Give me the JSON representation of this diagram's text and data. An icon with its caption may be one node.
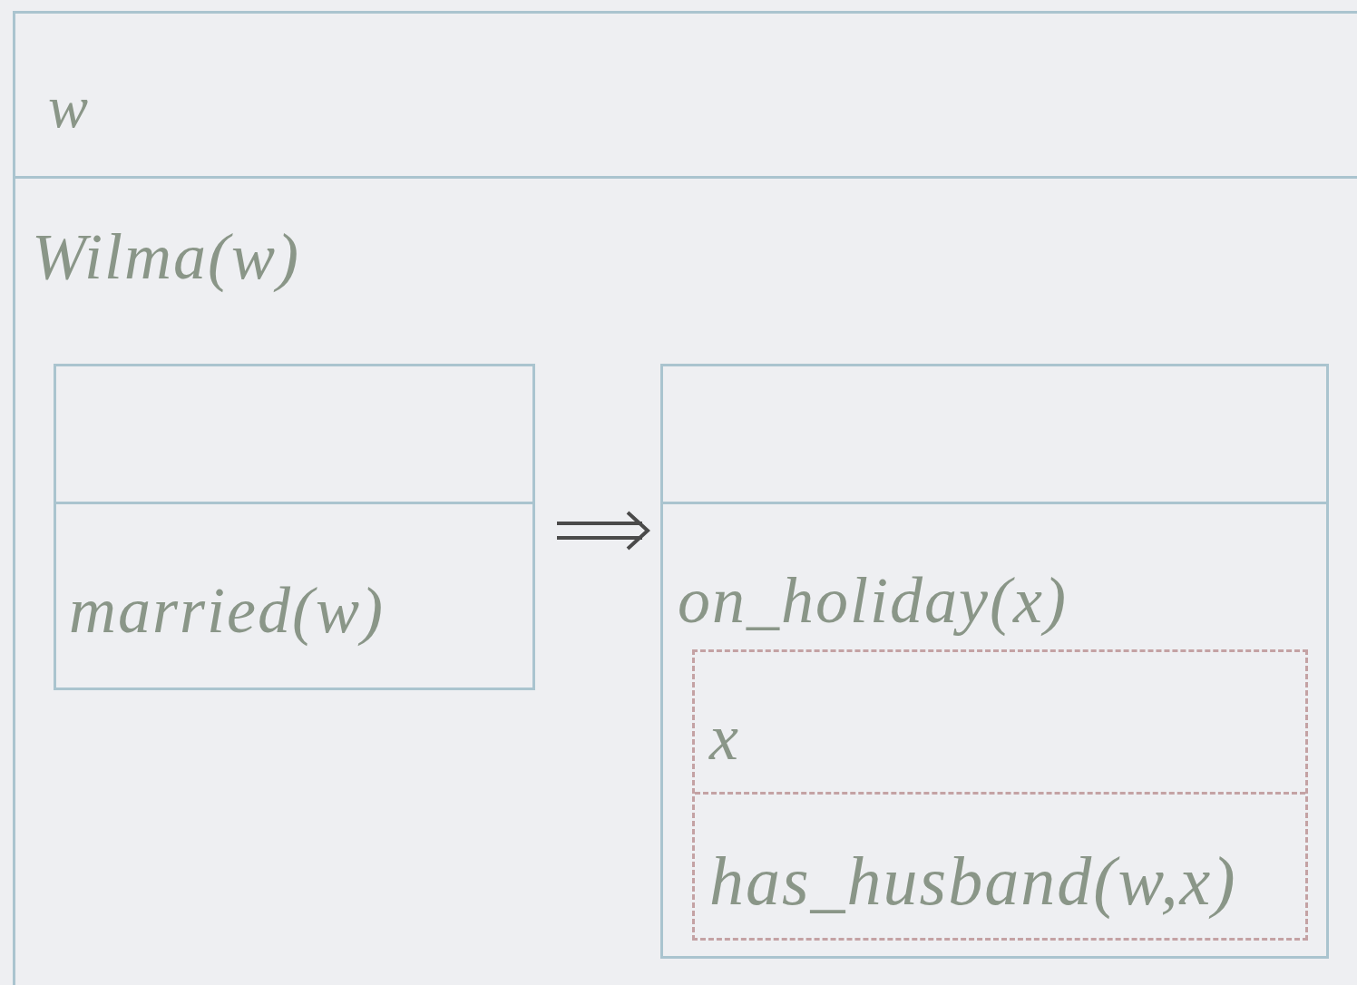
{
  "diagram": {
    "nodes": [
      {
        "text": [
          "w",
          "Wilma(w)"
        ]
      },
      {
        "text": [
          "married(w)"
        ],
        "in": 0
      },
      {
        "text": [
          "on_holiday(x)"
        ],
        "in": 0
      },
      {
        "text": [
          "x",
          "has_husband(w,x)"
        ],
        "in": 2
      }
    ],
    "edges": [
      {
        "from": 1,
        "to": 2,
        "arrow": "to"
      }
    ]
  }
}
